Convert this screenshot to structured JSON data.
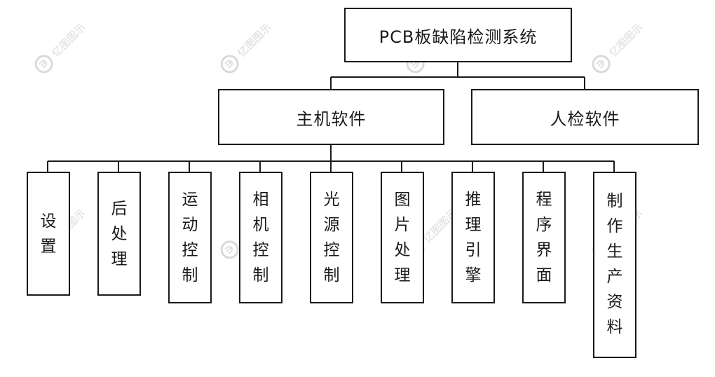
{
  "root": {
    "label": "PCB板缺陷检测系统"
  },
  "level1": [
    {
      "label": "主机软件"
    },
    {
      "label": "人检软件"
    }
  ],
  "modules": [
    {
      "label": "设置"
    },
    {
      "label": "后处理"
    },
    {
      "label": "运动控制"
    },
    {
      "label": "相机控制"
    },
    {
      "label": "光源控制"
    },
    {
      "label": "图片处理"
    },
    {
      "label": "推理引擎"
    },
    {
      "label": "程序界面"
    },
    {
      "label": "制作生产资料"
    }
  ],
  "watermark": {
    "text": "亿图图示",
    "icon": "edraw-logo-icon"
  },
  "colors": {
    "line": "#1a1a1a",
    "watermark": "#d6d6d6"
  }
}
